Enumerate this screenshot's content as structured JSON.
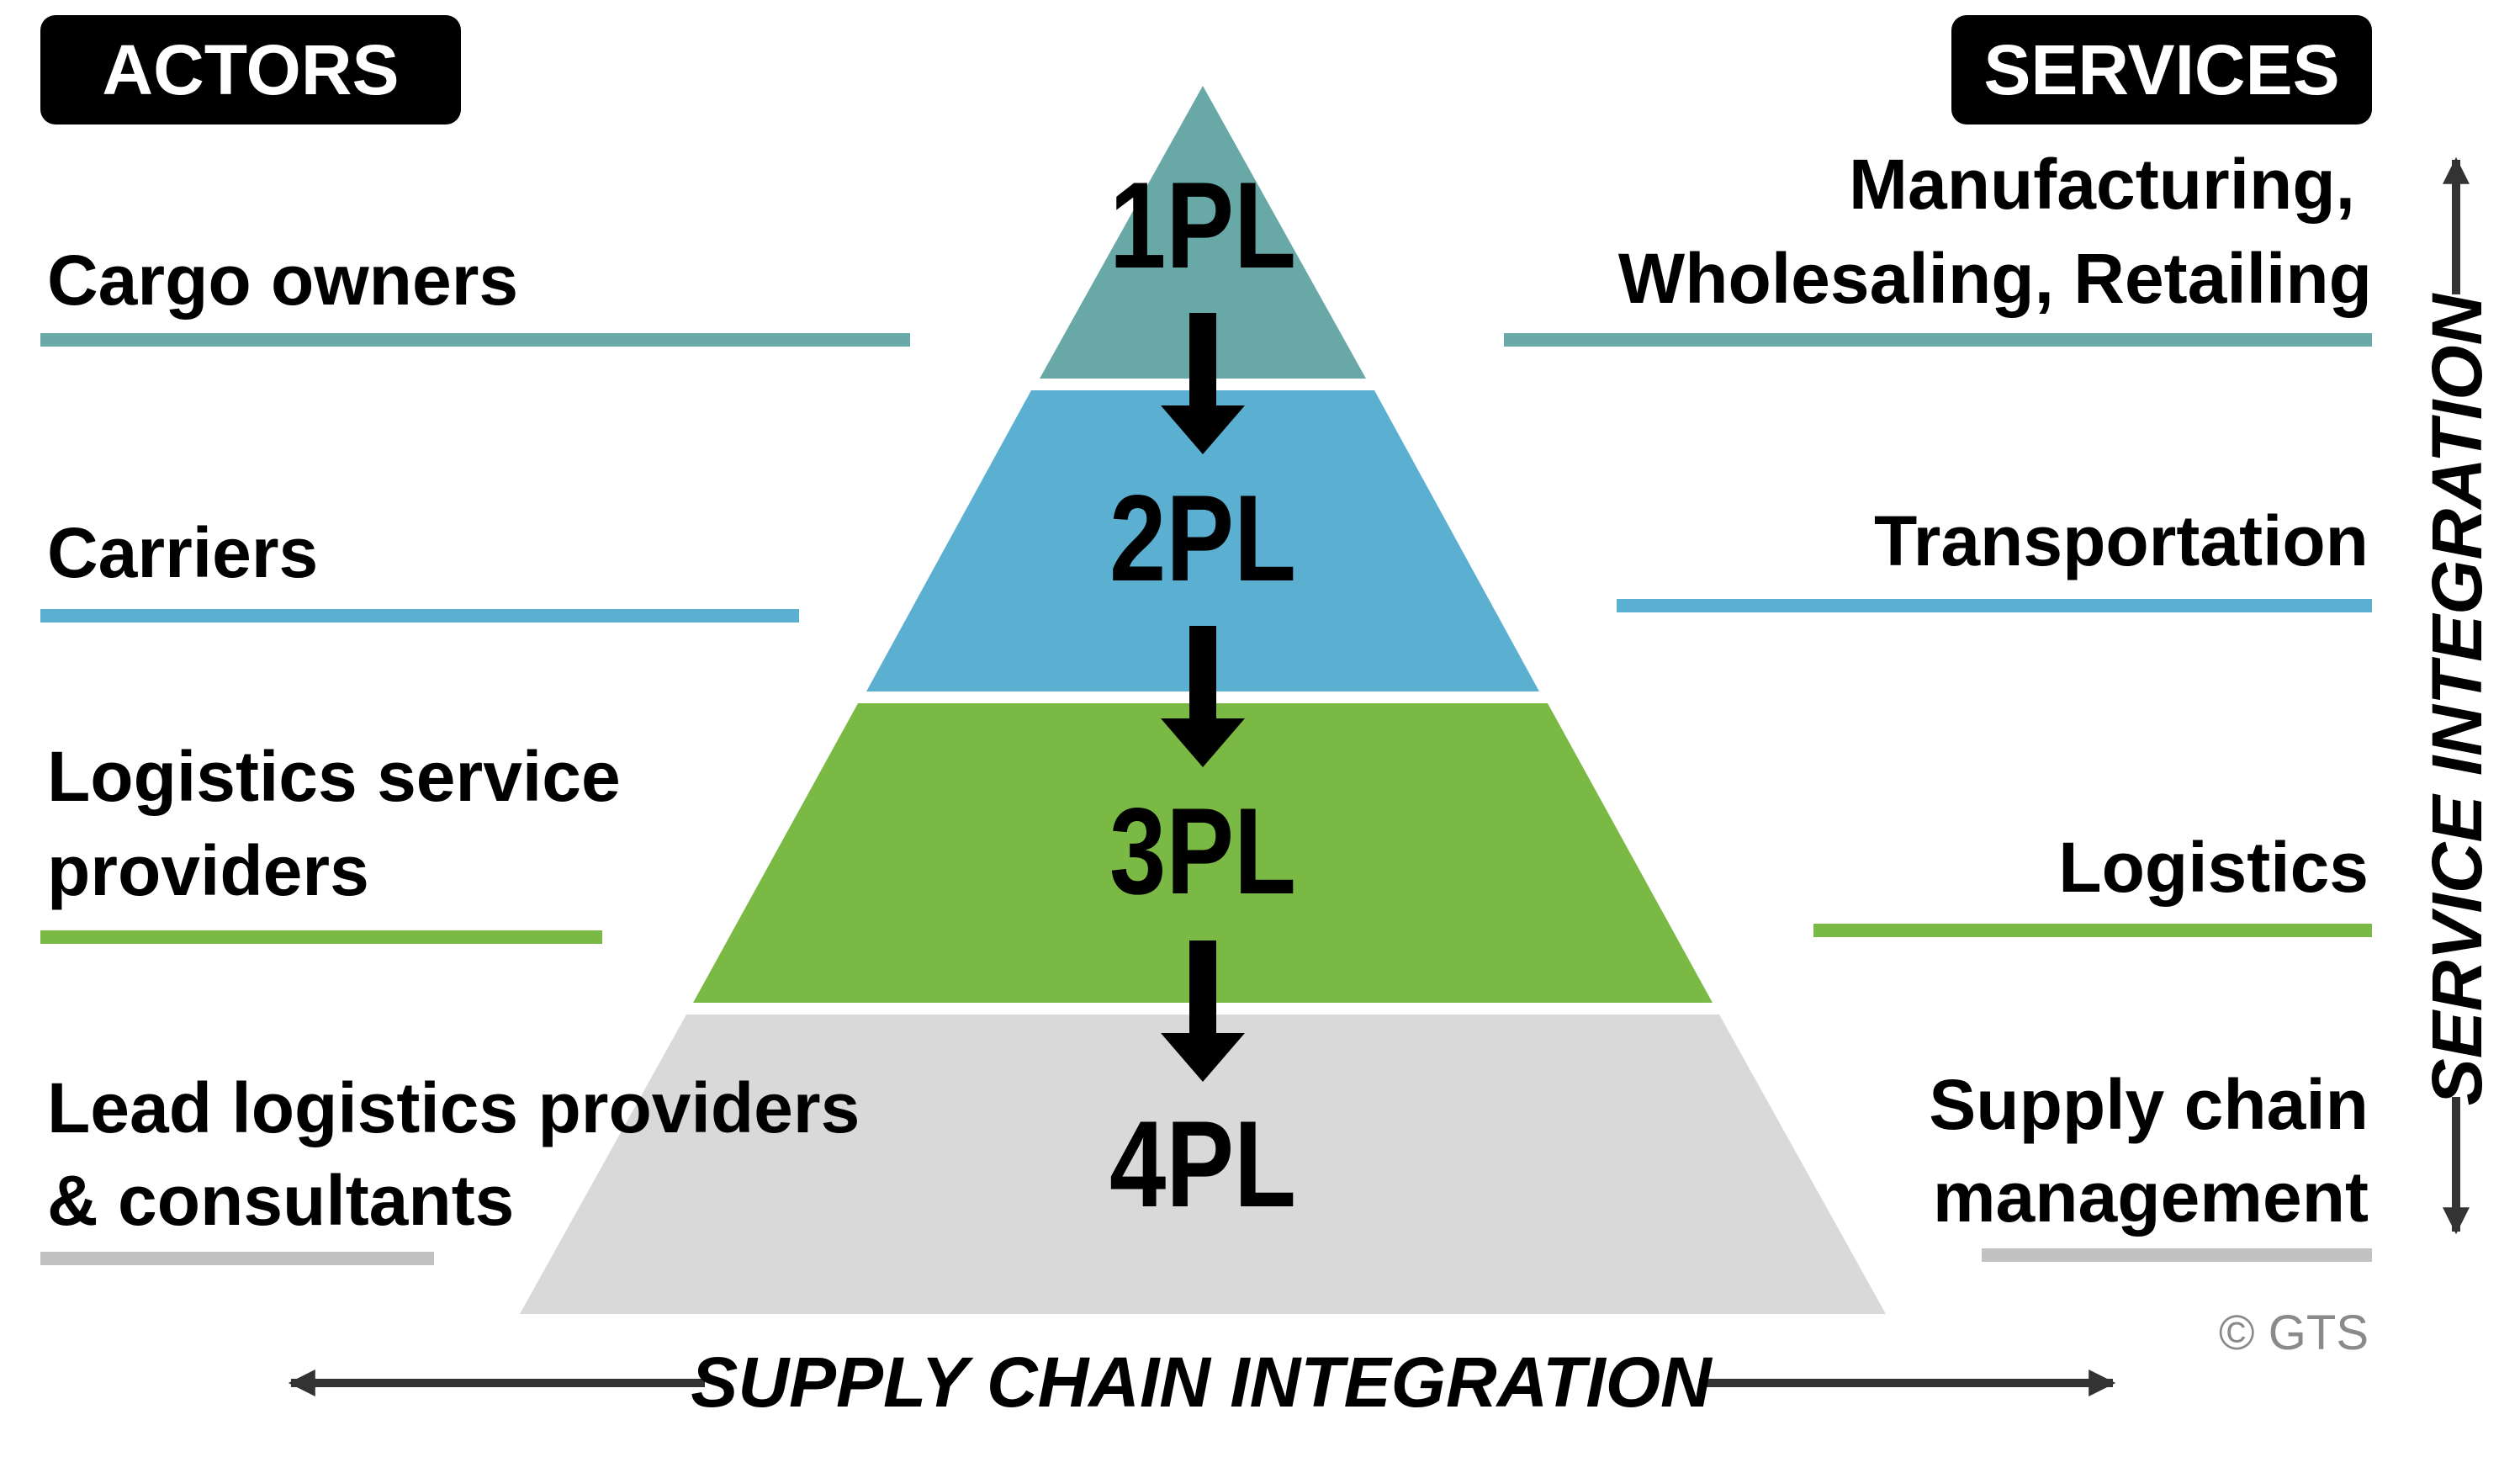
{
  "headers": {
    "actors": "ACTORS",
    "services": "SERVICES"
  },
  "levels": [
    {
      "label": "1PL",
      "color": "#68a8a6",
      "actor": [
        "Cargo owners"
      ],
      "service": [
        "Manufacturing,",
        "Wholesaling, Retailing"
      ]
    },
    {
      "label": "2PL",
      "color": "#5bb0d1",
      "actor": [
        "Carriers"
      ],
      "service": [
        "Transportation"
      ]
    },
    {
      "label": "3PL",
      "color": "#7aba44",
      "actor": [
        "Logistics service",
        "providers"
      ],
      "service": [
        "Logistics"
      ]
    },
    {
      "label": "4PL",
      "color": "#d9d9d9",
      "actor": [
        "Lead logistics providers",
        "& consultants"
      ],
      "service": [
        "Supply chain",
        "management"
      ]
    }
  ],
  "underline_colors": [
    "#68a8a6",
    "#5bb0d1",
    "#7aba44",
    "#c1c1c1"
  ],
  "axes": {
    "horizontal": "SUPPLY CHAIN INTEGRATION",
    "vertical": "SERVICE INTEGRATION",
    "arrow_color": "#333333"
  },
  "copyright": "© GTS",
  "colors": {
    "header_bg": "#000000",
    "header_text": "#ffffff",
    "text": "#000000",
    "muted": "#8a8a8a"
  }
}
